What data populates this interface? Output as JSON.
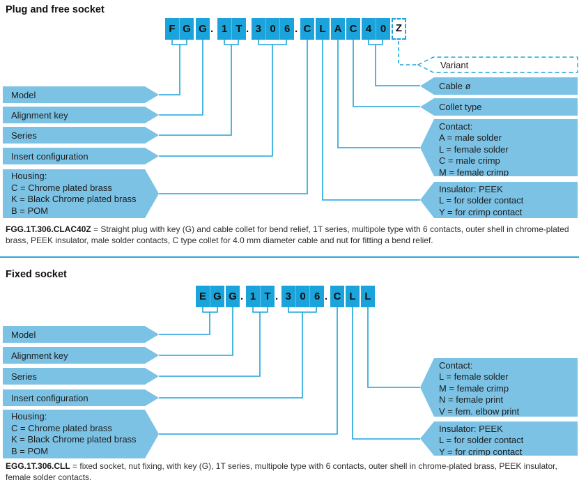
{
  "colors": {
    "box_blue": "#1BA4DB",
    "box_sep": "#5EC2E9",
    "pennant_blue": "#7CC2E5",
    "line_blue": "#1BA4DB",
    "divider_blue": "#2AA5DA"
  },
  "plug": {
    "heading": "Plug and free socket",
    "code": [
      "F",
      "G",
      "G",
      ".",
      "1",
      "T",
      ".",
      "3",
      "0",
      "6",
      ".",
      "C",
      "L",
      "A",
      "C",
      "4",
      "0",
      "Z"
    ],
    "labels_left": [
      "Model",
      "Alignment key",
      "Series",
      "Insert configuration",
      "Housing:\nC = Chrome plated brass\nK = Black Chrome plated brass\nB = POM"
    ],
    "labels_right": [
      "Variant",
      "Cable ø",
      "Collet type",
      "Contact:\nA = male solder\nL = female solder\nC = male crimp\nM = female crimp",
      "Insulator: PEEK\nL = for solder contact\nY = for crimp contact"
    ],
    "caption_code": "FGG.1T.306.CLAC40Z",
    "caption_text": " = Straight plug with key (G) and cable collet for bend relief, 1T series, multipole type with 6 contacts, outer shell in chrome-plated brass, PEEK insulator, male solder contacts, C type collet for 4.0 mm diameter cable and nut for fitting a bend relief."
  },
  "socket": {
    "heading": "Fixed socket",
    "code": [
      "E",
      "G",
      "G",
      ".",
      "1",
      "T",
      ".",
      "3",
      "0",
      "6",
      ".",
      "C",
      "L",
      "L"
    ],
    "labels_left": [
      "Model",
      "Alignment key",
      "Series",
      "Insert configuration",
      "Housing:\nC = Chrome plated brass\nK = Black Chrome plated brass\nB = POM"
    ],
    "labels_right": [
      "Contact:\nL = female solder\nM = female crimp\nN = female print\nV = fem. elbow print",
      "Insulator: PEEK\nL = for solder contact\nY = for crimp contact"
    ],
    "caption_code": "EGG.1T.306.CLL",
    "caption_text": " = fixed socket, nut fixing, with key (G), 1T series, multipole type with 6 contacts, outer shell in chrome-plated brass, PEEK insulator, female solder contacts."
  }
}
